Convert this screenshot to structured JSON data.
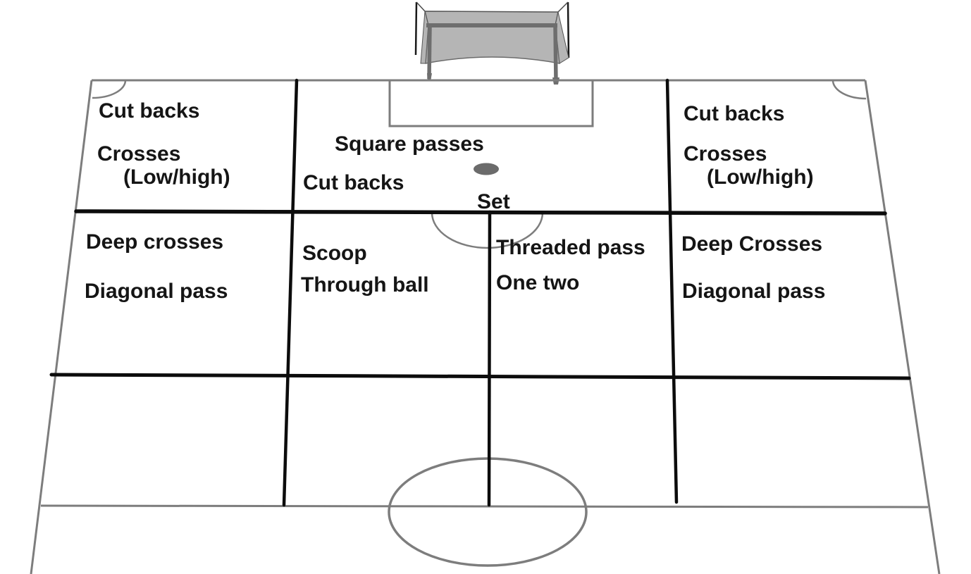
{
  "pitch": {
    "zones": {
      "top_left": {
        "labels": [
          "Cut backs",
          "Crosses",
          "(Low/high)"
        ]
      },
      "top_center": {
        "labels": [
          "Square passes",
          "Cut backs",
          "Set"
        ]
      },
      "top_right": {
        "labels": [
          "Cut backs",
          "Crosses",
          "(Low/high)"
        ]
      },
      "middle_left": {
        "labels": [
          "Deep crosses",
          "Diagonal pass"
        ]
      },
      "middle_center_left": {
        "labels": [
          "Scoop",
          "Through ball"
        ]
      },
      "middle_center_right": {
        "labels": [
          "Threaded pass",
          "One two"
        ]
      },
      "middle_right": {
        "labels": [
          "Deep Crosses",
          "Diagonal pass"
        ]
      }
    },
    "colors": {
      "background": "#ffffff",
      "pitch_line": "#7d7d7d",
      "zone_line": "#0c0c0c",
      "net_fill": "#b5b5b5",
      "net_edge": "#555555",
      "goal_frame": "#6e6e6e",
      "stanchion": "#1a1a1a",
      "penalty_spot": "#6b6b6b",
      "text": "#151515"
    }
  }
}
